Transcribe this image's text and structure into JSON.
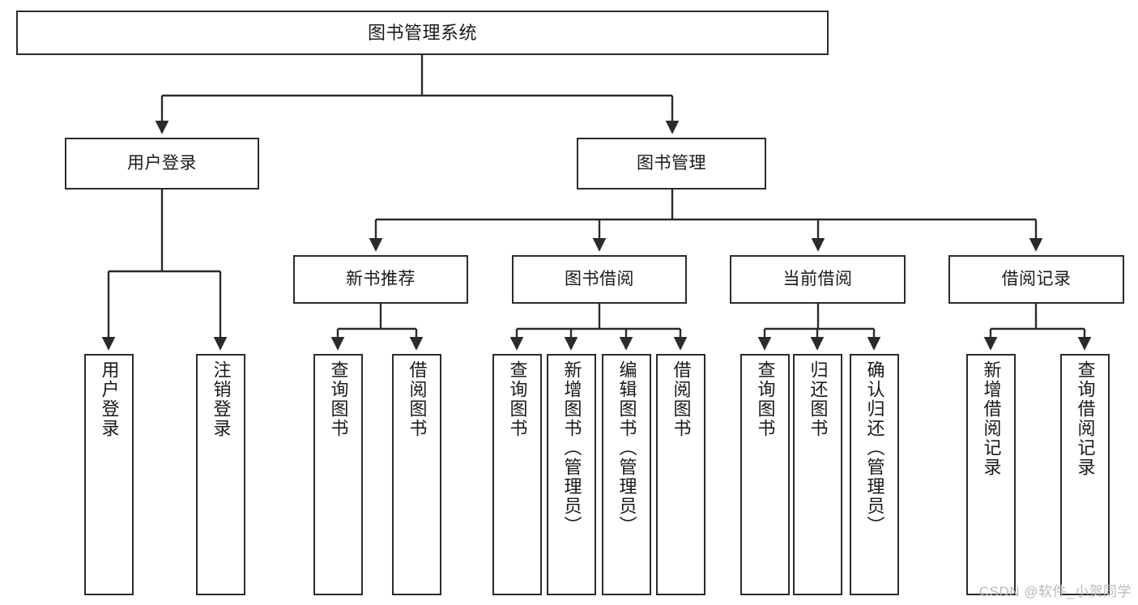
{
  "diagram": {
    "title": "图书管理系统",
    "type": "hierarchy-tree",
    "orientation": "top-down",
    "colors": {
      "box_border": "#2b2b2b",
      "box_fill": "#ffffff",
      "connector": "#2b2b2b",
      "text": "#1a1a1a",
      "watermark": "#b9b9b9",
      "background": "#ffffff"
    },
    "root": {
      "id": "root",
      "label": "图书管理系统"
    },
    "level2": [
      {
        "id": "user-login",
        "label": "用户登录"
      },
      {
        "id": "book-manage",
        "label": "图书管理"
      }
    ],
    "level3": [
      {
        "id": "new-book-recommend",
        "label": "新书推荐"
      },
      {
        "id": "book-borrow",
        "label": "图书借阅"
      },
      {
        "id": "current-borrow",
        "label": "当前借阅"
      },
      {
        "id": "borrow-record",
        "label": "借阅记录"
      }
    ],
    "leaves": {
      "user_login": [
        {
          "id": "leaf-user-login",
          "label": "用户登录"
        },
        {
          "id": "leaf-logout-login",
          "label": "注销登录"
        }
      ],
      "new_book_recommend": [
        {
          "id": "leaf-query-book-1",
          "label": "查询图书"
        },
        {
          "id": "leaf-borrow-book-1",
          "label": "借阅图书"
        }
      ],
      "book_borrow": [
        {
          "id": "leaf-query-book-2",
          "label": "查询图书"
        },
        {
          "id": "leaf-add-book",
          "label": "新增图书（管理员）"
        },
        {
          "id": "leaf-edit-book",
          "label": "编辑图书（管理员）"
        },
        {
          "id": "leaf-borrow-book-2",
          "label": "借阅图书"
        }
      ],
      "current_borrow": [
        {
          "id": "leaf-query-book-3",
          "label": "查询图书"
        },
        {
          "id": "leaf-return-book",
          "label": "归还图书"
        },
        {
          "id": "leaf-confirm-return",
          "label": "确认归还（管理员）"
        }
      ],
      "borrow_record": [
        {
          "id": "leaf-add-borrow-record",
          "label": "新增借阅记录"
        },
        {
          "id": "leaf-query-borrow-record",
          "label": "查询借阅记录"
        }
      ]
    }
  },
  "watermark": {
    "text": "CSDN @软件_小贺同学"
  }
}
